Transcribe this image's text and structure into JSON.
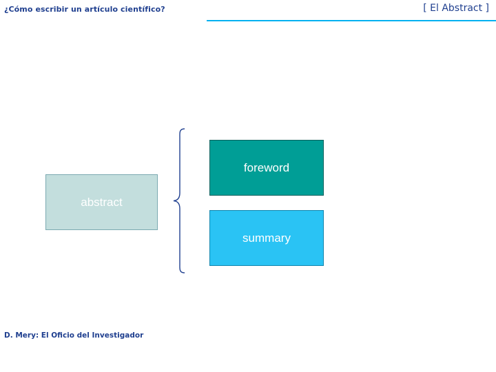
{
  "header": {
    "title_left": "¿Cómo escribir un artículo científico?",
    "title_right": "[ El Abstract ]",
    "accent_color": "#00b0f0",
    "text_color": "#1f3f8f"
  },
  "diagram": {
    "boxes": [
      {
        "id": "abstract",
        "label": "abstract",
        "fill": "#c3dedd",
        "text_color": "#ffffff"
      },
      {
        "id": "foreword",
        "label": "foreword",
        "fill": "#009e96",
        "text_color": "#ffffff"
      },
      {
        "id": "summary",
        "label": "summary",
        "fill": "#2ac3f4",
        "text_color": "#ffffff"
      }
    ],
    "connector": {
      "type": "left-curly-brace",
      "color": "#1f3f8f"
    }
  },
  "footer": {
    "text": "D. Mery: El Oficio del Investigador"
  }
}
